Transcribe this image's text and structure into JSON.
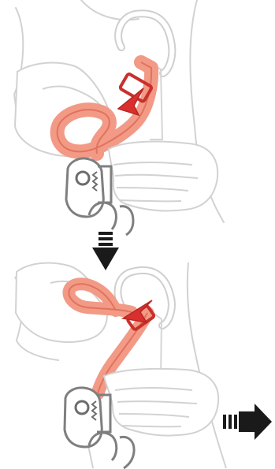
{
  "colors": {
    "background": "#ffffff",
    "outline": "#c9c9c9",
    "outline_dark": "#7d7d7d",
    "metal": "#9a9a9a",
    "webbing": "#f29a86",
    "webbing_dark": "#e0735f",
    "arrow_red": "#d9302d",
    "arrow_black": "#1a1a1a"
  },
  "icons": {
    "top_panel_direction": "pull-tail-through-buckle",
    "middle_step": "down-arrow",
    "bottom_panel_direction": "pull-right-arrow"
  }
}
